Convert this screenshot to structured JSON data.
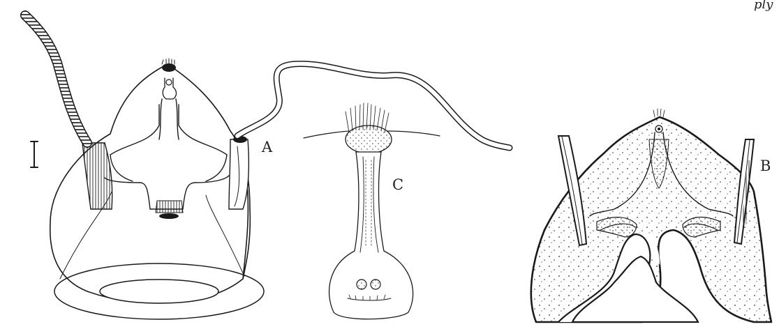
{
  "figure": {
    "labels": {
      "a": "A",
      "b": "B",
      "c": "C"
    },
    "header_fragment": "ply",
    "colors": {
      "ink": "#1a1a1a",
      "paper": "#ffffff",
      "stipple": "#2b2b2b"
    }
  }
}
